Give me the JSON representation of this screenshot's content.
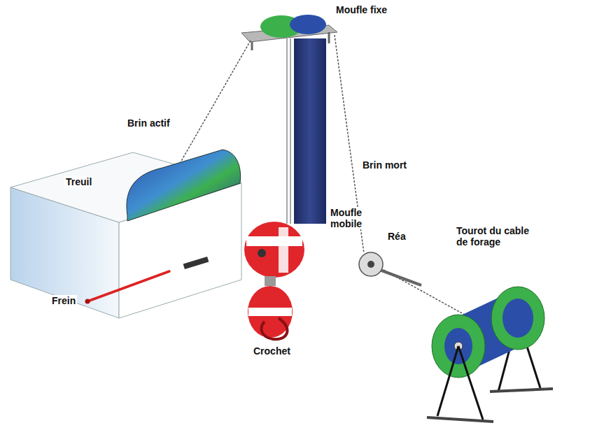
{
  "diagram": {
    "labels": [
      "Moufle fixe",
      "Brin actif",
      "Brin mort",
      "Treuil",
      "Moufle mobile",
      "Réa",
      "Tourot du cable de forage",
      "Frein",
      "Crochet"
    ]
  }
}
